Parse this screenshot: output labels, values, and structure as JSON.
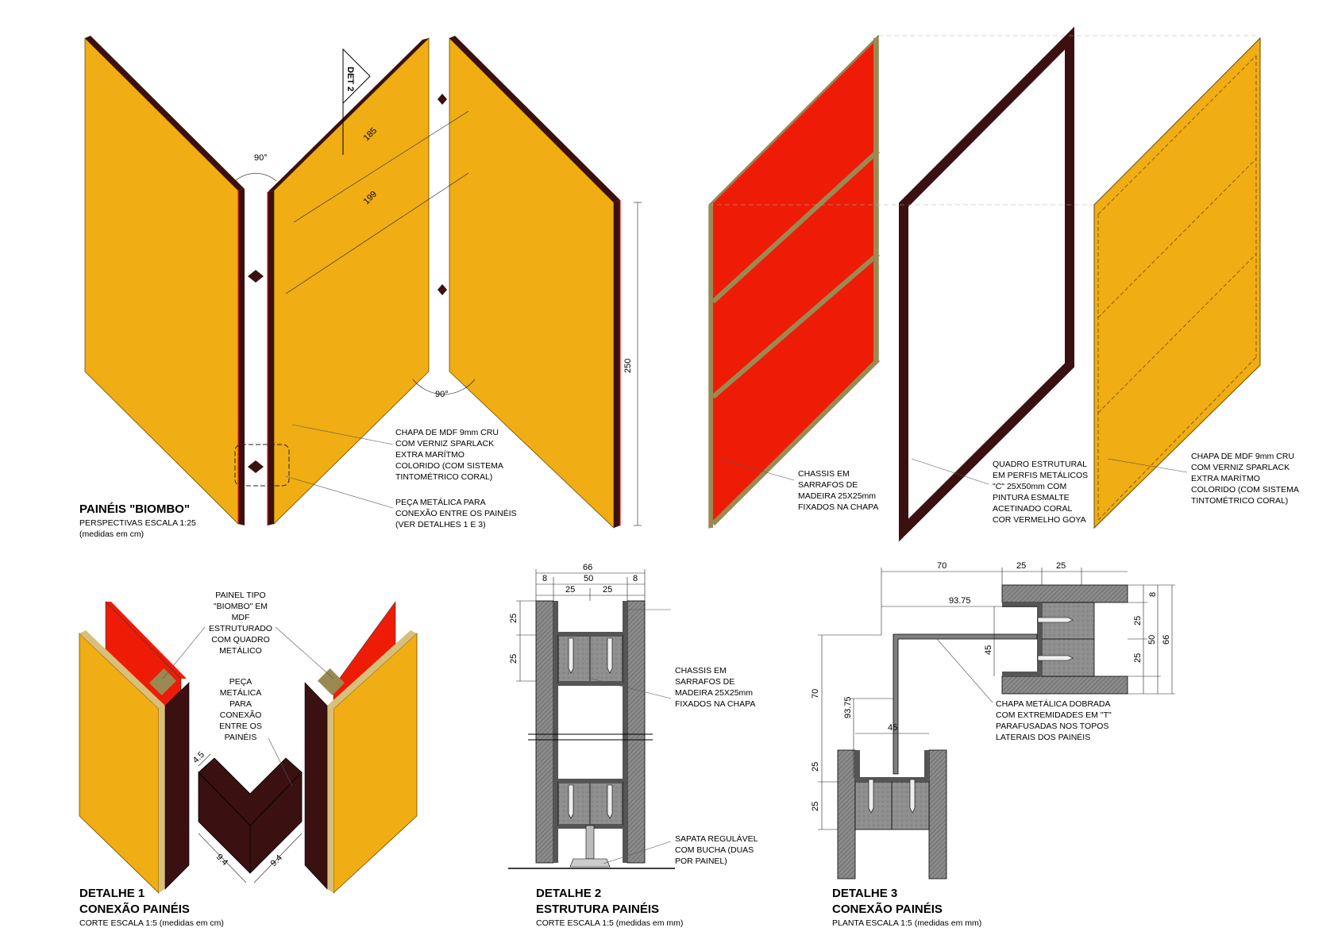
{
  "colors": {
    "mdf": "#f0ad14",
    "frame": "#3a1010",
    "red": "#ee1c07",
    "batten": "#9a8a52",
    "steel": "#7f7f7f",
    "wood": "#8c8c8c"
  },
  "panels": {
    "title": "PAINÉIS \"BIOMBO\"",
    "subtitle": "PERSPECTIVAS ESCALA 1:25",
    "units": "(medidas em cm)",
    "det_tag": "DET 2",
    "angle_top": "90°",
    "angle_bottom": "90°",
    "dim_185": "185",
    "dim_199": "199",
    "dim_250": "250",
    "note_mdf": [
      "CHAPA DE MDF 9mm CRU",
      "COM VERNIZ SPARLACK",
      "EXTRA MARÍTMO",
      "COLORIDO (COM SISTEMA",
      "TINTOMÉTRICO CORAL)"
    ],
    "note_piece": [
      "PEÇA METÁLICA PARA",
      "CONEXÃO ENTRE OS PAINÉIS",
      "(VER DETALHES 1 E 3)"
    ]
  },
  "exploded": {
    "note_chassis": [
      "CHASSIS EM",
      "SARRAFOS DE",
      "MADEIRA 25X25mm",
      "FIXADOS NA CHAPA"
    ],
    "note_frame": [
      "QUADRO ESTRUTURAL",
      "EM PERFIS METÁLICOS",
      "\"C\" 25X50mm COM",
      "PINTURA ESMALTE",
      "ACETINADO CORAL",
      "COR VERMELHO GOYA"
    ],
    "note_mdf": [
      "CHAPA DE MDF 9mm CRU",
      "COM VERNIZ SPARLACK",
      "EXTRA MARÍTMO",
      "COLORIDO (COM SISTEMA",
      "TINTOMÉTRICO CORAL)"
    ]
  },
  "detail1": {
    "title": "DETALHE 1",
    "title2": "CONEXÃO PAINÉIS",
    "subtitle": "CORTE ESCALA 1:5  (medidas em cm)",
    "note_panel": [
      "PAINEL TIPO",
      "\"BIOMBO\" EM",
      "MDF",
      "ESTRUTURADO",
      "COM QUADRO",
      "METÁLICO"
    ],
    "note_piece": [
      "PEÇA",
      "METÁLICA",
      "PARA",
      "CONEXÃO",
      "ENTRE OS",
      "PAINÉIS"
    ],
    "dim_a": "4.5",
    "dim_b": "9.4",
    "dim_c": "9.4"
  },
  "detail2": {
    "title": "DETALHE 2",
    "title2": "ESTRUTURA PAINÉIS",
    "subtitle": "CORTE ESCALA 1:5  (medidas em mm)",
    "dim_total": "66",
    "dim_8a": "8",
    "dim_50": "50",
    "dim_8b": "8",
    "dim_25a": "25",
    "dim_25b": "25",
    "dim_v25a": "25",
    "dim_v25b": "25",
    "note_chassis": [
      "CHASSIS EM",
      "SARRAFOS DE",
      "MADEIRA 25X25mm",
      "FIXADOS NA CHAPA"
    ],
    "note_foot": [
      "SAPATA REGULÁVEL",
      "COM BUCHA (DUAS",
      "POR PAINEL)"
    ]
  },
  "detail3": {
    "title": "DETALHE 3",
    "title2": "CONEXÃO PAINÉIS",
    "subtitle": "PLANTA ESCALA 1:5  (medidas em mm)",
    "dim_70h": "70",
    "dim_25a": "25",
    "dim_25b": "25",
    "dim_9375h": "93.75",
    "dim_45v": "45",
    "dim_8": "8",
    "dim_r25a": "25",
    "dim_r50": "50",
    "dim_r66": "66",
    "dim_r25b": "25",
    "dim_70v": "70",
    "dim_9375v": "93.75",
    "dim_45h": "45",
    "dim_b25a": "25",
    "dim_b25b": "25",
    "note_plate": [
      "CHAPA METÁLICA DOBRADA",
      "COM EXTREMIDADES EM \"T\"",
      "PARAFUSADAS NOS TOPOS",
      "LATERAIS  DOS PAINÉIS"
    ]
  }
}
